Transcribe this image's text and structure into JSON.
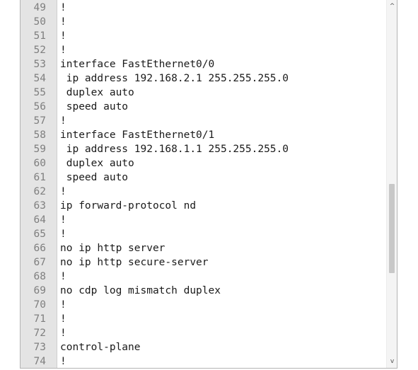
{
  "editor": {
    "lines": [
      {
        "num": "49",
        "text": "!"
      },
      {
        "num": "50",
        "text": "!"
      },
      {
        "num": "51",
        "text": "!"
      },
      {
        "num": "52",
        "text": "!"
      },
      {
        "num": "53",
        "text": "interface FastEthernet0/0"
      },
      {
        "num": "54",
        "text": " ip address 192.168.2.1 255.255.255.0"
      },
      {
        "num": "55",
        "text": " duplex auto"
      },
      {
        "num": "56",
        "text": " speed auto"
      },
      {
        "num": "57",
        "text": "!"
      },
      {
        "num": "58",
        "text": "interface FastEthernet0/1"
      },
      {
        "num": "59",
        "text": " ip address 192.168.1.1 255.255.255.0"
      },
      {
        "num": "60",
        "text": " duplex auto"
      },
      {
        "num": "61",
        "text": " speed auto"
      },
      {
        "num": "62",
        "text": "!"
      },
      {
        "num": "63",
        "text": "ip forward-protocol nd"
      },
      {
        "num": "64",
        "text": "!"
      },
      {
        "num": "65",
        "text": "!"
      },
      {
        "num": "66",
        "text": "no ip http server"
      },
      {
        "num": "67",
        "text": "no ip http secure-server"
      },
      {
        "num": "68",
        "text": "!"
      },
      {
        "num": "69",
        "text": "no cdp log mismatch duplex"
      },
      {
        "num": "70",
        "text": "!"
      },
      {
        "num": "71",
        "text": "!"
      },
      {
        "num": "72",
        "text": "!"
      },
      {
        "num": "73",
        "text": "control-plane"
      },
      {
        "num": "74",
        "text": "!"
      }
    ]
  },
  "scrollbar": {
    "up_icon": "chevron-up-icon",
    "down_icon": "chevron-down-icon",
    "up_glyph": "^",
    "down_glyph": "v"
  }
}
